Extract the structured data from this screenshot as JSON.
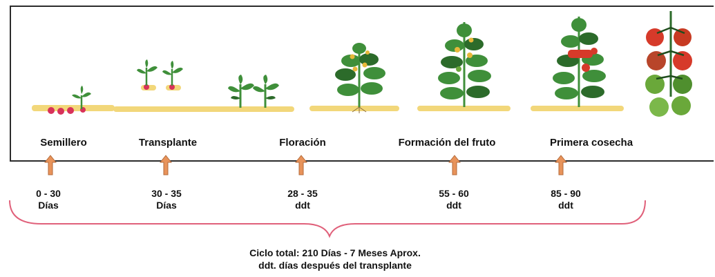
{
  "stages": [
    {
      "label": "Semillero",
      "duration_top": "0 - 30",
      "duration_bottom": "Días"
    },
    {
      "label": "Transplante",
      "duration_top": "30 - 35",
      "duration_bottom": "Días"
    },
    {
      "label": "Floración",
      "duration_top": "28 - 35",
      "duration_bottom": "ddt"
    },
    {
      "label": "Formación del fruto",
      "duration_top": "55 - 60",
      "duration_bottom": "ddt"
    },
    {
      "label": "Primera cosecha",
      "duration_top": "85 - 90",
      "duration_bottom": "ddt"
    }
  ],
  "footer": {
    "line1": "Ciclo total: 210 Días - 7 Meses Aprox.",
    "line2": "ddt. días después del transplante"
  },
  "colors": {
    "arrow": "#e8935a",
    "arrow_stroke": "#b36a3a",
    "brace": "#e0607a",
    "soil": "#f2d77a",
    "leaf": "#3f8f3a",
    "leaf_dark": "#2c6b2a",
    "tomato_red": "#d63a2a",
    "tomato_green": "#6aa83a",
    "flower": "#e8b83a",
    "seed": "#d8325a"
  }
}
